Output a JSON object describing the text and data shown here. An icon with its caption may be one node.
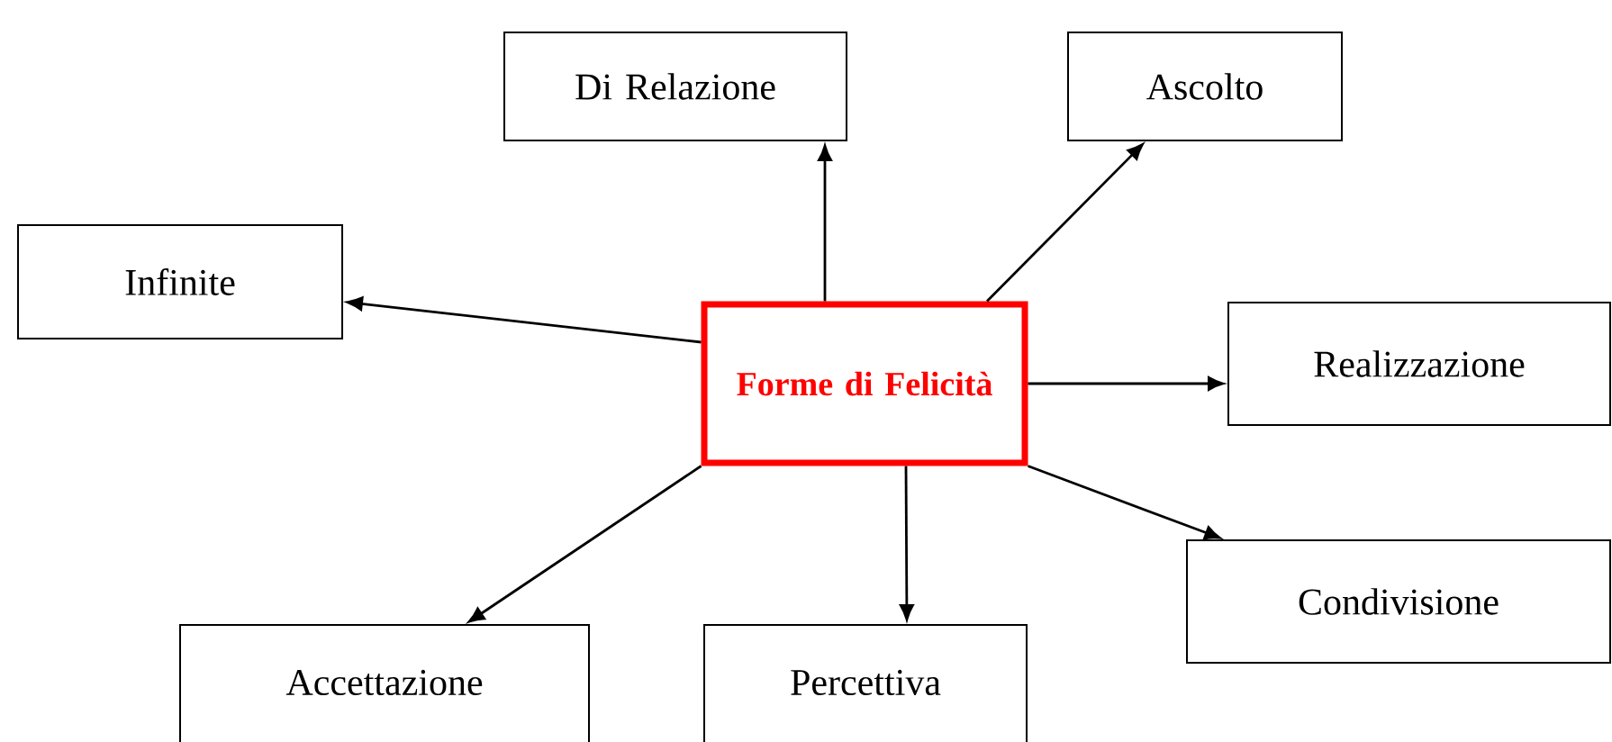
{
  "diagram": {
    "nodes": [
      {
        "text": [
          "Di Relazione"
        ]
      },
      {
        "text": [
          "Ascolto"
        ]
      },
      {
        "text": [
          "Infinite"
        ]
      },
      {
        "text": [
          "Forme di Felicità"
        ]
      },
      {
        "text": [
          "Realizzazione"
        ]
      },
      {
        "text": [
          "Condivisione"
        ]
      },
      {
        "text": [
          "Accettazione"
        ]
      },
      {
        "text": [
          "Percettiva"
        ]
      }
    ],
    "edges": [
      {
        "from": 3,
        "to": 0,
        "arrow": "to"
      },
      {
        "from": 3,
        "to": 1,
        "arrow": "to"
      },
      {
        "from": 3,
        "to": 2,
        "arrow": "to"
      },
      {
        "from": 3,
        "to": 4,
        "arrow": "to"
      },
      {
        "from": 3,
        "to": 5,
        "arrow": "to"
      },
      {
        "from": 3,
        "to": 6,
        "arrow": "to"
      },
      {
        "from": 3,
        "to": 7,
        "arrow": "to"
      }
    ]
  }
}
